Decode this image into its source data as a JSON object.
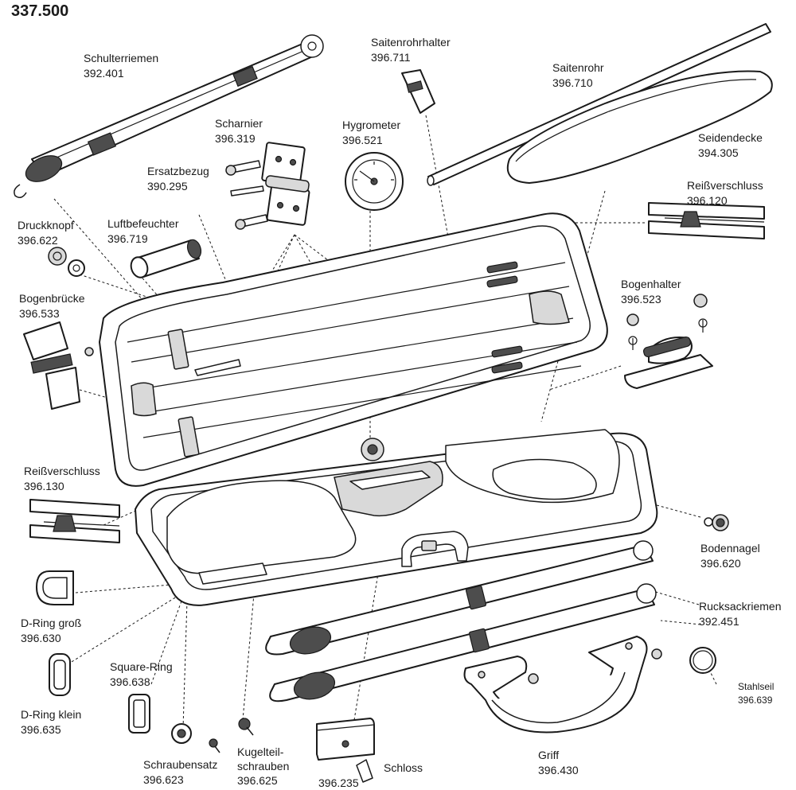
{
  "title": "337.500",
  "parts": [
    {
      "key": "schulterriemen",
      "name": "Schulterriemen",
      "number": "392.401"
    },
    {
      "key": "saitenrohrhalter",
      "name": "Saitenrohrhalter",
      "number": "396.711"
    },
    {
      "key": "saitenrohr",
      "name": "Saitenrohr",
      "number": "396.710"
    },
    {
      "key": "seidendecke",
      "name": "Seidendecke",
      "number": "394.305"
    },
    {
      "key": "scharnier",
      "name": "Scharnier",
      "number": "396.319"
    },
    {
      "key": "hygrometer",
      "name": "Hygrometer",
      "number": "396.521"
    },
    {
      "key": "ersatzbezug",
      "name": "Ersatzbezug",
      "number": "390.295"
    },
    {
      "key": "reissverschluss-oben",
      "name": "Reißverschluss",
      "number": "396.120"
    },
    {
      "key": "druckknopf",
      "name": "Druckknopf",
      "number": "396.622"
    },
    {
      "key": "luftbefeuchter",
      "name": "Luftbefeuchter",
      "number": "396.719"
    },
    {
      "key": "bogenbruecke",
      "name": "Bogenbrücke",
      "number": "396.533"
    },
    {
      "key": "bogenhalter",
      "name": "Bogenhalter",
      "number": "396.523"
    },
    {
      "key": "reissverschluss-unten",
      "name": "Reißverschluss",
      "number": "396.130"
    },
    {
      "key": "bodennagel",
      "name": "Bodennagel",
      "number": "396.620"
    },
    {
      "key": "d-ring-gross",
      "name": "D-Ring groß",
      "number": "396.630"
    },
    {
      "key": "rucksackriemen",
      "name": "Rucksackriemen",
      "number": "392.451"
    },
    {
      "key": "square-ring",
      "name": "Square-Ring",
      "number": "396.638"
    },
    {
      "key": "stahlseil",
      "name": "Stahlseil",
      "number": "396.639"
    },
    {
      "key": "d-ring-klein",
      "name": "D-Ring klein",
      "number": "396.635"
    },
    {
      "key": "kugelteilschrauben",
      "name": "Kugelteil-\nschrauben",
      "number": "396.625"
    },
    {
      "key": "schraubensatz",
      "name": "Schraubensatz",
      "number": "396.623"
    },
    {
      "key": "schloss",
      "name": "Schloss",
      "number": "396.235"
    },
    {
      "key": "griff",
      "name": "Griff",
      "number": "396.430"
    }
  ]
}
